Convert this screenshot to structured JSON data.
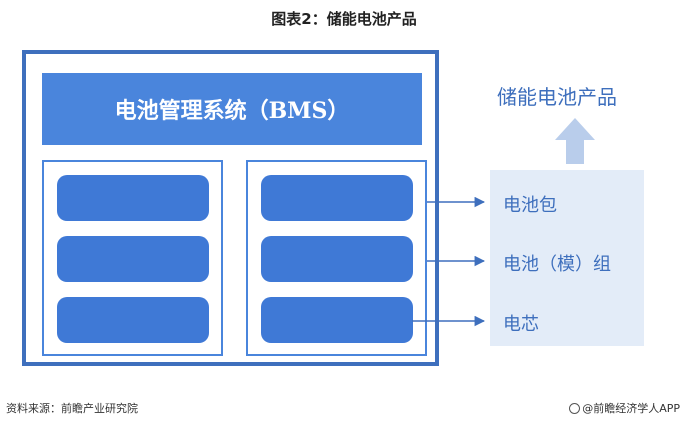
{
  "title": "图表2：储能电池产品",
  "bms": {
    "label": "电池管理系统（BMS）"
  },
  "product": {
    "label": "储能电池产品"
  },
  "outputs": [
    {
      "label": "电池包"
    },
    {
      "label": "电池（模）组"
    },
    {
      "label": "电芯"
    }
  ],
  "footer": {
    "source": "资料来源：前瞻产业研究院",
    "brand": "@前瞻经济学人APP"
  },
  "colors": {
    "frame": "#3e6fbd",
    "cell": "#3f79d6",
    "bar": "#4a85dc",
    "panel_bg": "#e3ecf8",
    "arrow": "#b9cdeb"
  }
}
